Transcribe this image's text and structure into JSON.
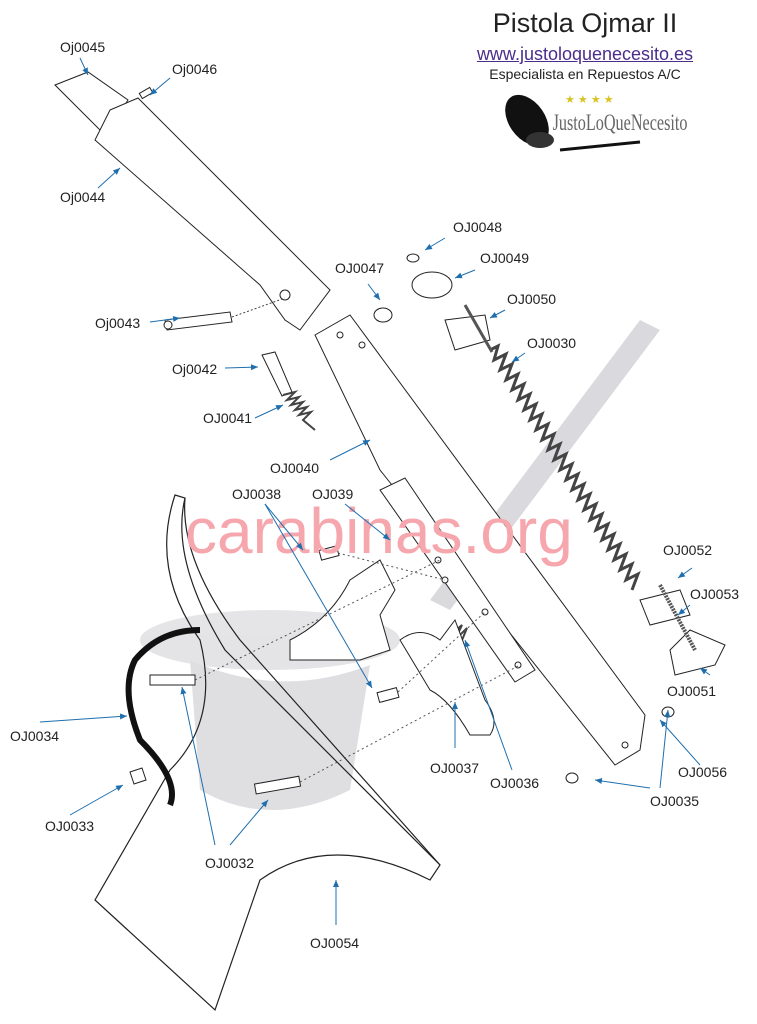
{
  "header": {
    "title": "Pistola Ojmar II",
    "url": "www.justoloquenecesito.es",
    "tagline": "Especialista en Repuestos A/C",
    "logo_text": "JustoLoQueNecesito"
  },
  "watermark": "carabinas.org",
  "colors": {
    "arrow": "#1f6fae",
    "watermark": "#f6a7ad",
    "link": "#4b2d8c"
  },
  "parts": [
    {
      "id": "Oj0045"
    },
    {
      "id": "Oj0046"
    },
    {
      "id": "Oj0044"
    },
    {
      "id": "Oj0043"
    },
    {
      "id": "Oj0042"
    },
    {
      "id": "OJ0041"
    },
    {
      "id": "OJ0040"
    },
    {
      "id": "OJ0047"
    },
    {
      "id": "OJ0048"
    },
    {
      "id": "OJ0049"
    },
    {
      "id": "OJ0050"
    },
    {
      "id": "OJ0030"
    },
    {
      "id": "OJ0038"
    },
    {
      "id": "OJ039"
    },
    {
      "id": "OJ0052"
    },
    {
      "id": "OJ0053"
    },
    {
      "id": "OJ0051"
    },
    {
      "id": "OJ0034"
    },
    {
      "id": "OJ0033"
    },
    {
      "id": "OJ0032"
    },
    {
      "id": "OJ0037"
    },
    {
      "id": "OJ0036"
    },
    {
      "id": "OJ0056"
    },
    {
      "id": "OJ0035"
    },
    {
      "id": "OJ0054"
    }
  ]
}
